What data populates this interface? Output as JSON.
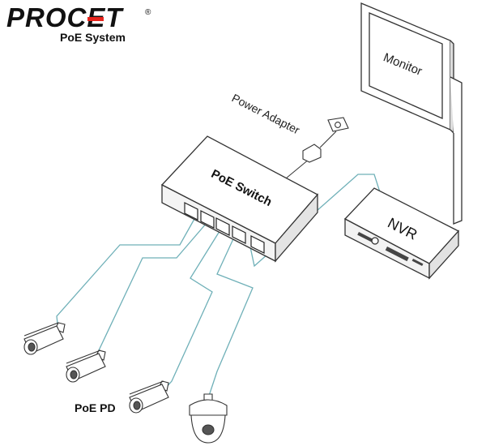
{
  "brand": {
    "name": "PROCET",
    "registered": "®",
    "tagline": "PoE System"
  },
  "labels": {
    "monitor": "Monitor",
    "power_adapter": "Power Adapter",
    "poe_switch": "PoE Switch",
    "nvr": "NVR",
    "poe_pd": "PoE PD"
  },
  "colors": {
    "cable": "#6fb0b8",
    "outline": "#333333",
    "brand_accent": "#e8241c"
  }
}
